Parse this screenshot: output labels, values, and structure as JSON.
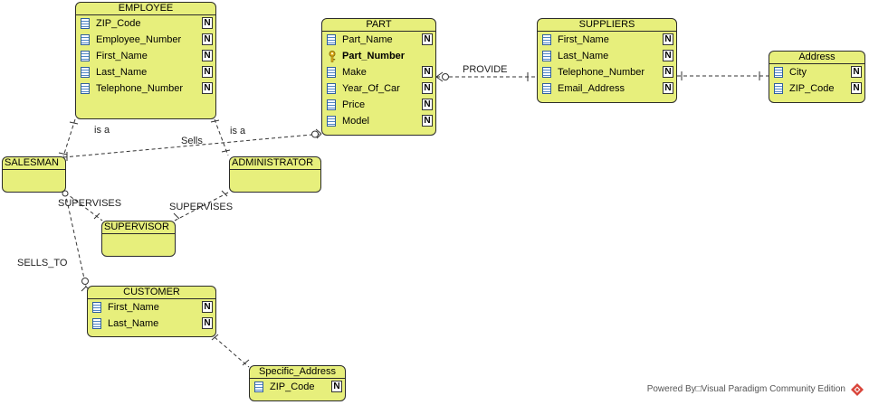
{
  "entities": {
    "employee": {
      "title": "EMPLOYEE",
      "columns": [
        {
          "name": "ZIP_Code",
          "pk": false,
          "nullable": "N"
        },
        {
          "name": "Employee_Number",
          "pk": false,
          "nullable": "N"
        },
        {
          "name": "First_Name",
          "pk": false,
          "nullable": "N"
        },
        {
          "name": "Last_Name",
          "pk": false,
          "nullable": "N"
        },
        {
          "name": "Telephone_Number",
          "pk": false,
          "nullable": "N"
        }
      ]
    },
    "part": {
      "title": "PART",
      "columns": [
        {
          "name": "Part_Name",
          "pk": false,
          "nullable": "N"
        },
        {
          "name": "Part_Number",
          "pk": true,
          "nullable": ""
        },
        {
          "name": "Make",
          "pk": false,
          "nullable": "N"
        },
        {
          "name": "Year_Of_Car",
          "pk": false,
          "nullable": "N"
        },
        {
          "name": "Price",
          "pk": false,
          "nullable": "N"
        },
        {
          "name": "Model",
          "pk": false,
          "nullable": "N"
        }
      ]
    },
    "suppliers": {
      "title": "SUPPLIERS",
      "columns": [
        {
          "name": "First_Name",
          "pk": false,
          "nullable": "N"
        },
        {
          "name": "Last_Name",
          "pk": false,
          "nullable": "N"
        },
        {
          "name": "Telephone_Number",
          "pk": false,
          "nullable": "N"
        },
        {
          "name": "Email_Address",
          "pk": false,
          "nullable": "N"
        }
      ]
    },
    "address": {
      "title": "Address",
      "columns": [
        {
          "name": "City",
          "pk": false,
          "nullable": "N"
        },
        {
          "name": "ZIP_Code",
          "pk": false,
          "nullable": "N"
        }
      ]
    },
    "salesman": {
      "title": "SALESMAN",
      "columns": []
    },
    "administrator": {
      "title": "ADMINISTRATOR",
      "columns": []
    },
    "supervisor": {
      "title": "SUPERVISOR",
      "columns": []
    },
    "customer": {
      "title": "CUSTOMER",
      "columns": [
        {
          "name": "First_Name",
          "pk": false,
          "nullable": "N"
        },
        {
          "name": "Last_Name",
          "pk": false,
          "nullable": "N"
        }
      ]
    },
    "specific_address": {
      "title": "Specific_Address",
      "columns": [
        {
          "name": "ZIP_Code",
          "pk": false,
          "nullable": "N"
        }
      ]
    }
  },
  "relationships": {
    "provide": "PROVIDE",
    "sells": "Sells",
    "is_a_left": "is a",
    "is_a_right": "is a",
    "supervises_left": "SUPERVISES",
    "supervises_right": "SUPERVISES",
    "sells_to": "SELLS_TO"
  },
  "icons": {
    "column": "table-column-icon",
    "primary_key": "primary-key-icon",
    "not_null": "not-null-badge",
    "brand": "visual-paradigm-logo-icon"
  },
  "colors": {
    "entity_fill": "#e7ef7c",
    "entity_border": "#2b2b2b",
    "connector": "#333333"
  },
  "footer": {
    "watermark": "Powered By□Visual Paradigm Community Edition"
  }
}
